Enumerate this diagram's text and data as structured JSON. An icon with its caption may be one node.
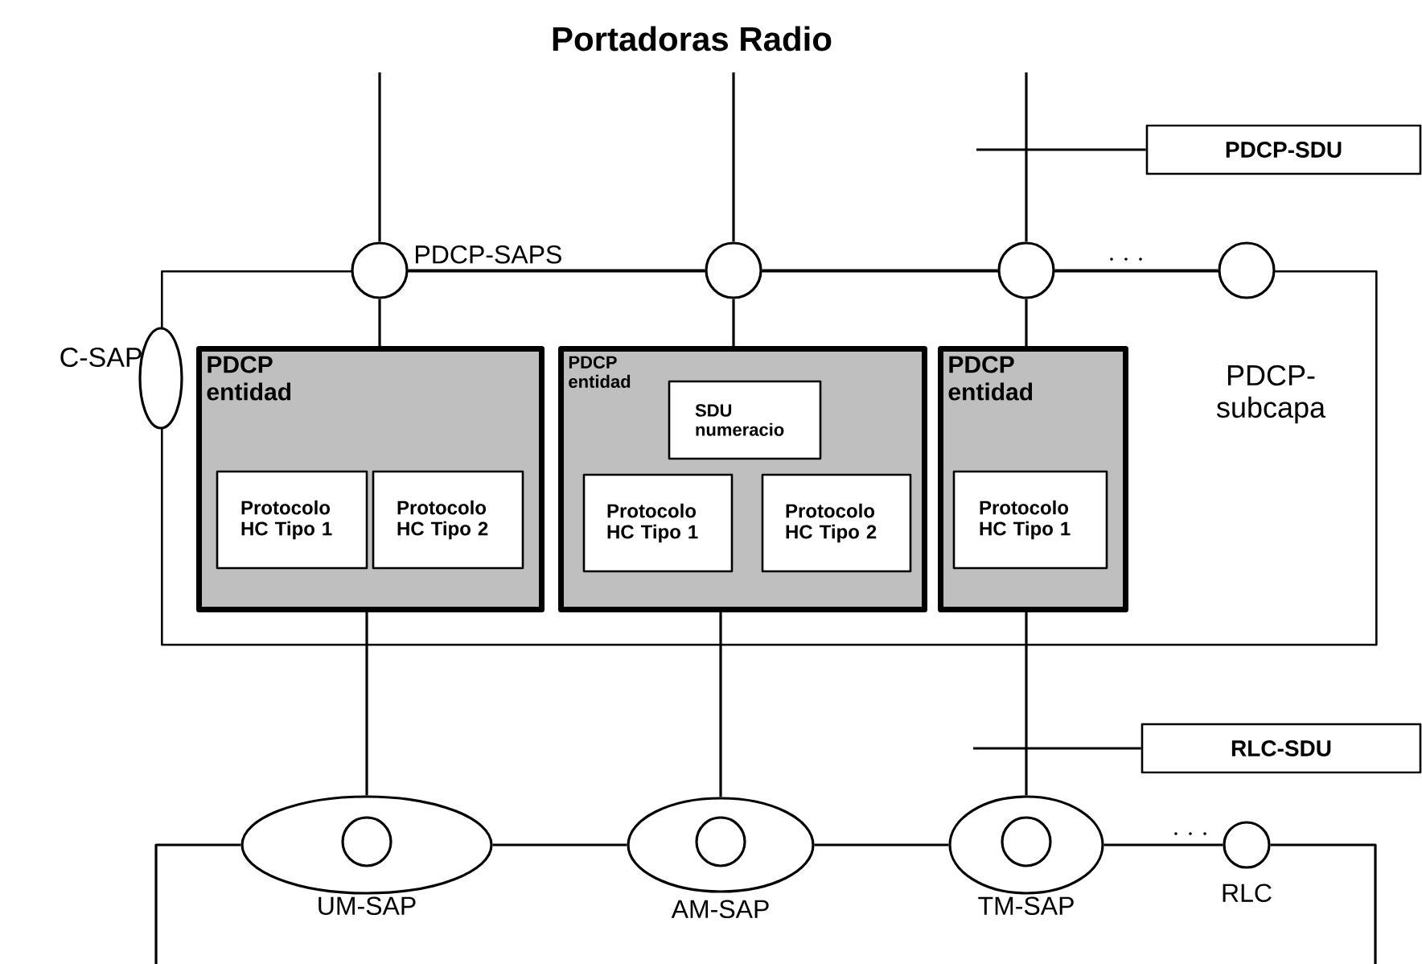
{
  "diagram": {
    "title": "Portadoras Radio",
    "nodes": [
      {
        "text": [
          "PDCP- subcapa"
        ]
      },
      {
        "text": [],
        "shape": "ellipse",
        "beside": [
          "C-SAP"
        ]
      },
      {
        "text": [],
        "shape": "circle",
        "beside": [
          "PDCP-SAPS"
        ]
      },
      {
        "text": [],
        "shape": "circle"
      },
      {
        "text": [],
        "shape": "circle"
      },
      {
        "text": [],
        "shape": "circle"
      },
      {
        "text": [
          "PDCP entidad"
        ],
        "in": 0
      },
      {
        "text": [
          "Protocolo HC Tipo 1"
        ],
        "in": 6
      },
      {
        "text": [
          "Protocolo HC Tipo 2"
        ],
        "in": 6
      },
      {
        "text": [
          "PDCP entidad"
        ],
        "in": 0
      },
      {
        "text": [
          "SDU numeracio"
        ],
        "in": 9
      },
      {
        "text": [
          "Protocolo HC Tipo 1"
        ],
        "in": 9
      },
      {
        "text": [
          "Protocolo HC Tipo 2"
        ],
        "in": 9
      },
      {
        "text": [
          "PDCP entidad"
        ],
        "in": 0
      },
      {
        "text": [
          "Protocolo HC Tipo 1"
        ],
        "in": 13
      },
      {
        "text": [
          "PDCP-SDU"
        ]
      },
      {
        "text": [
          "RLC-SDU"
        ]
      },
      {
        "text": [],
        "shape": "ellipse",
        "beside": [
          "UM-SAP"
        ]
      },
      {
        "text": [],
        "shape": "circle",
        "in": 17
      },
      {
        "text": [],
        "shape": "ellipse",
        "beside": [
          "AM-SAP"
        ]
      },
      {
        "text": [],
        "shape": "circle",
        "in": 19
      },
      {
        "text": [],
        "shape": "ellipse",
        "beside": [
          "TM-SAP"
        ]
      },
      {
        "text": [],
        "shape": "circle",
        "in": 21
      },
      {
        "text": [],
        "shape": "circle",
        "beside": [
          "RLC"
        ]
      }
    ],
    "edges": [
      {
        "from": null,
        "to": 2,
        "arrow": "none"
      },
      {
        "from": null,
        "to": 3,
        "arrow": "none"
      },
      {
        "from": null,
        "to": 4,
        "arrow": "none"
      },
      {
        "from": 2,
        "to": 3,
        "arrow": "none"
      },
      {
        "from": 3,
        "to": 4,
        "arrow": "none"
      },
      {
        "from": 4,
        "to": 5,
        "arrow": "none"
      },
      {
        "from": 2,
        "to": 6,
        "arrow": "none"
      },
      {
        "from": 3,
        "to": 9,
        "arrow": "none"
      },
      {
        "from": 4,
        "to": 13,
        "arrow": "none"
      },
      {
        "from": 6,
        "to": 17,
        "arrow": "none"
      },
      {
        "from": 9,
        "to": 19,
        "arrow": "none"
      },
      {
        "from": 13,
        "to": 21,
        "arrow": "none"
      },
      {
        "from": 17,
        "to": 19,
        "arrow": "none"
      },
      {
        "from": 19,
        "to": 21,
        "arrow": "none"
      },
      {
        "from": 21,
        "to": 23,
        "arrow": "none"
      },
      {
        "from": null,
        "to": 15,
        "arrow": "none"
      },
      {
        "from": null,
        "to": 16,
        "arrow": "none"
      }
    ]
  }
}
